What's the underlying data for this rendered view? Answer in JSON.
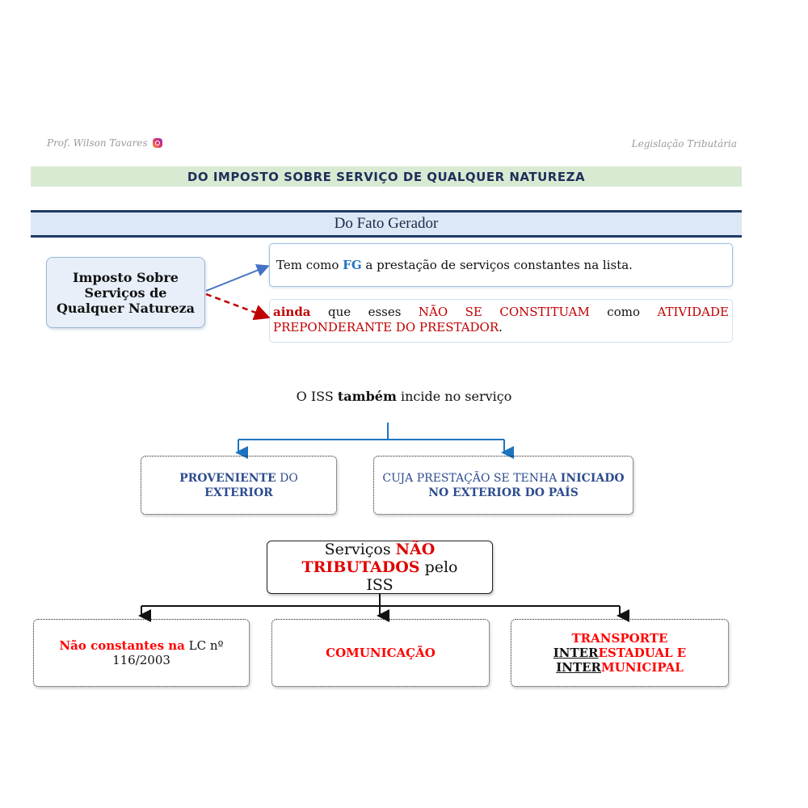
{
  "header": {
    "author": "Prof. Wilson Tavares",
    "author_icon": "instagram-icon",
    "subject": "Legislação Tributária"
  },
  "section_title": "DO IMPOSTO SOBRE SERVIÇO DE QUALQUER NATUREZA",
  "subsection_title": "Do Fato Gerador",
  "iss_box": "Imposto Sobre Serviços de Qualquer Natureza",
  "fg_statement": {
    "prefix": "Tem como ",
    "fg": "FG",
    "suffix": " a prestação de serviços constantes na lista."
  },
  "ainda_statement": {
    "ainda": "ainda",
    "t1": " que esses ",
    "nao_constituam": "NÃO SE CONSTITUAM",
    "t2": " como ",
    "atividade": "ATIVIDADE PREPONDERANTE DO PRESTADOR",
    "end": "."
  },
  "also_incides": {
    "prefix": "O ISS ",
    "bold": "também",
    "suffix": " incide no serviço"
  },
  "foreign": {
    "box1_bold": "PROVENIENTE",
    "box1_mid": " DO ",
    "box1_bold2": "EXTERIOR",
    "box2_text": "CUJA PRESTAÇÃO SE TENHA ",
    "box2_bold": "INICIADO NO EXTERIOR DO PAÍS"
  },
  "not_taxed": {
    "prefix": "Serviços ",
    "red": "NÃO TRIBUTADOS",
    "suffix": " pelo ISS"
  },
  "categories": {
    "c1_red": "Não constantes na",
    "c1_rest": " LC nº 116/2003",
    "c2": "COMUNICAÇÃO",
    "c3_line1": "TRANSPORTE",
    "c3_inter1": "INTER",
    "c3_rest1": "ESTADUAL E",
    "c3_inter2": "INTER",
    "c3_rest2": "MUNICIPAL"
  },
  "colors": {
    "band": "#d9ead3",
    "fg_bar": "#dce8f5",
    "navy": "#1e3a66",
    "red": "#c00000",
    "blue_link": "#1e73be"
  }
}
